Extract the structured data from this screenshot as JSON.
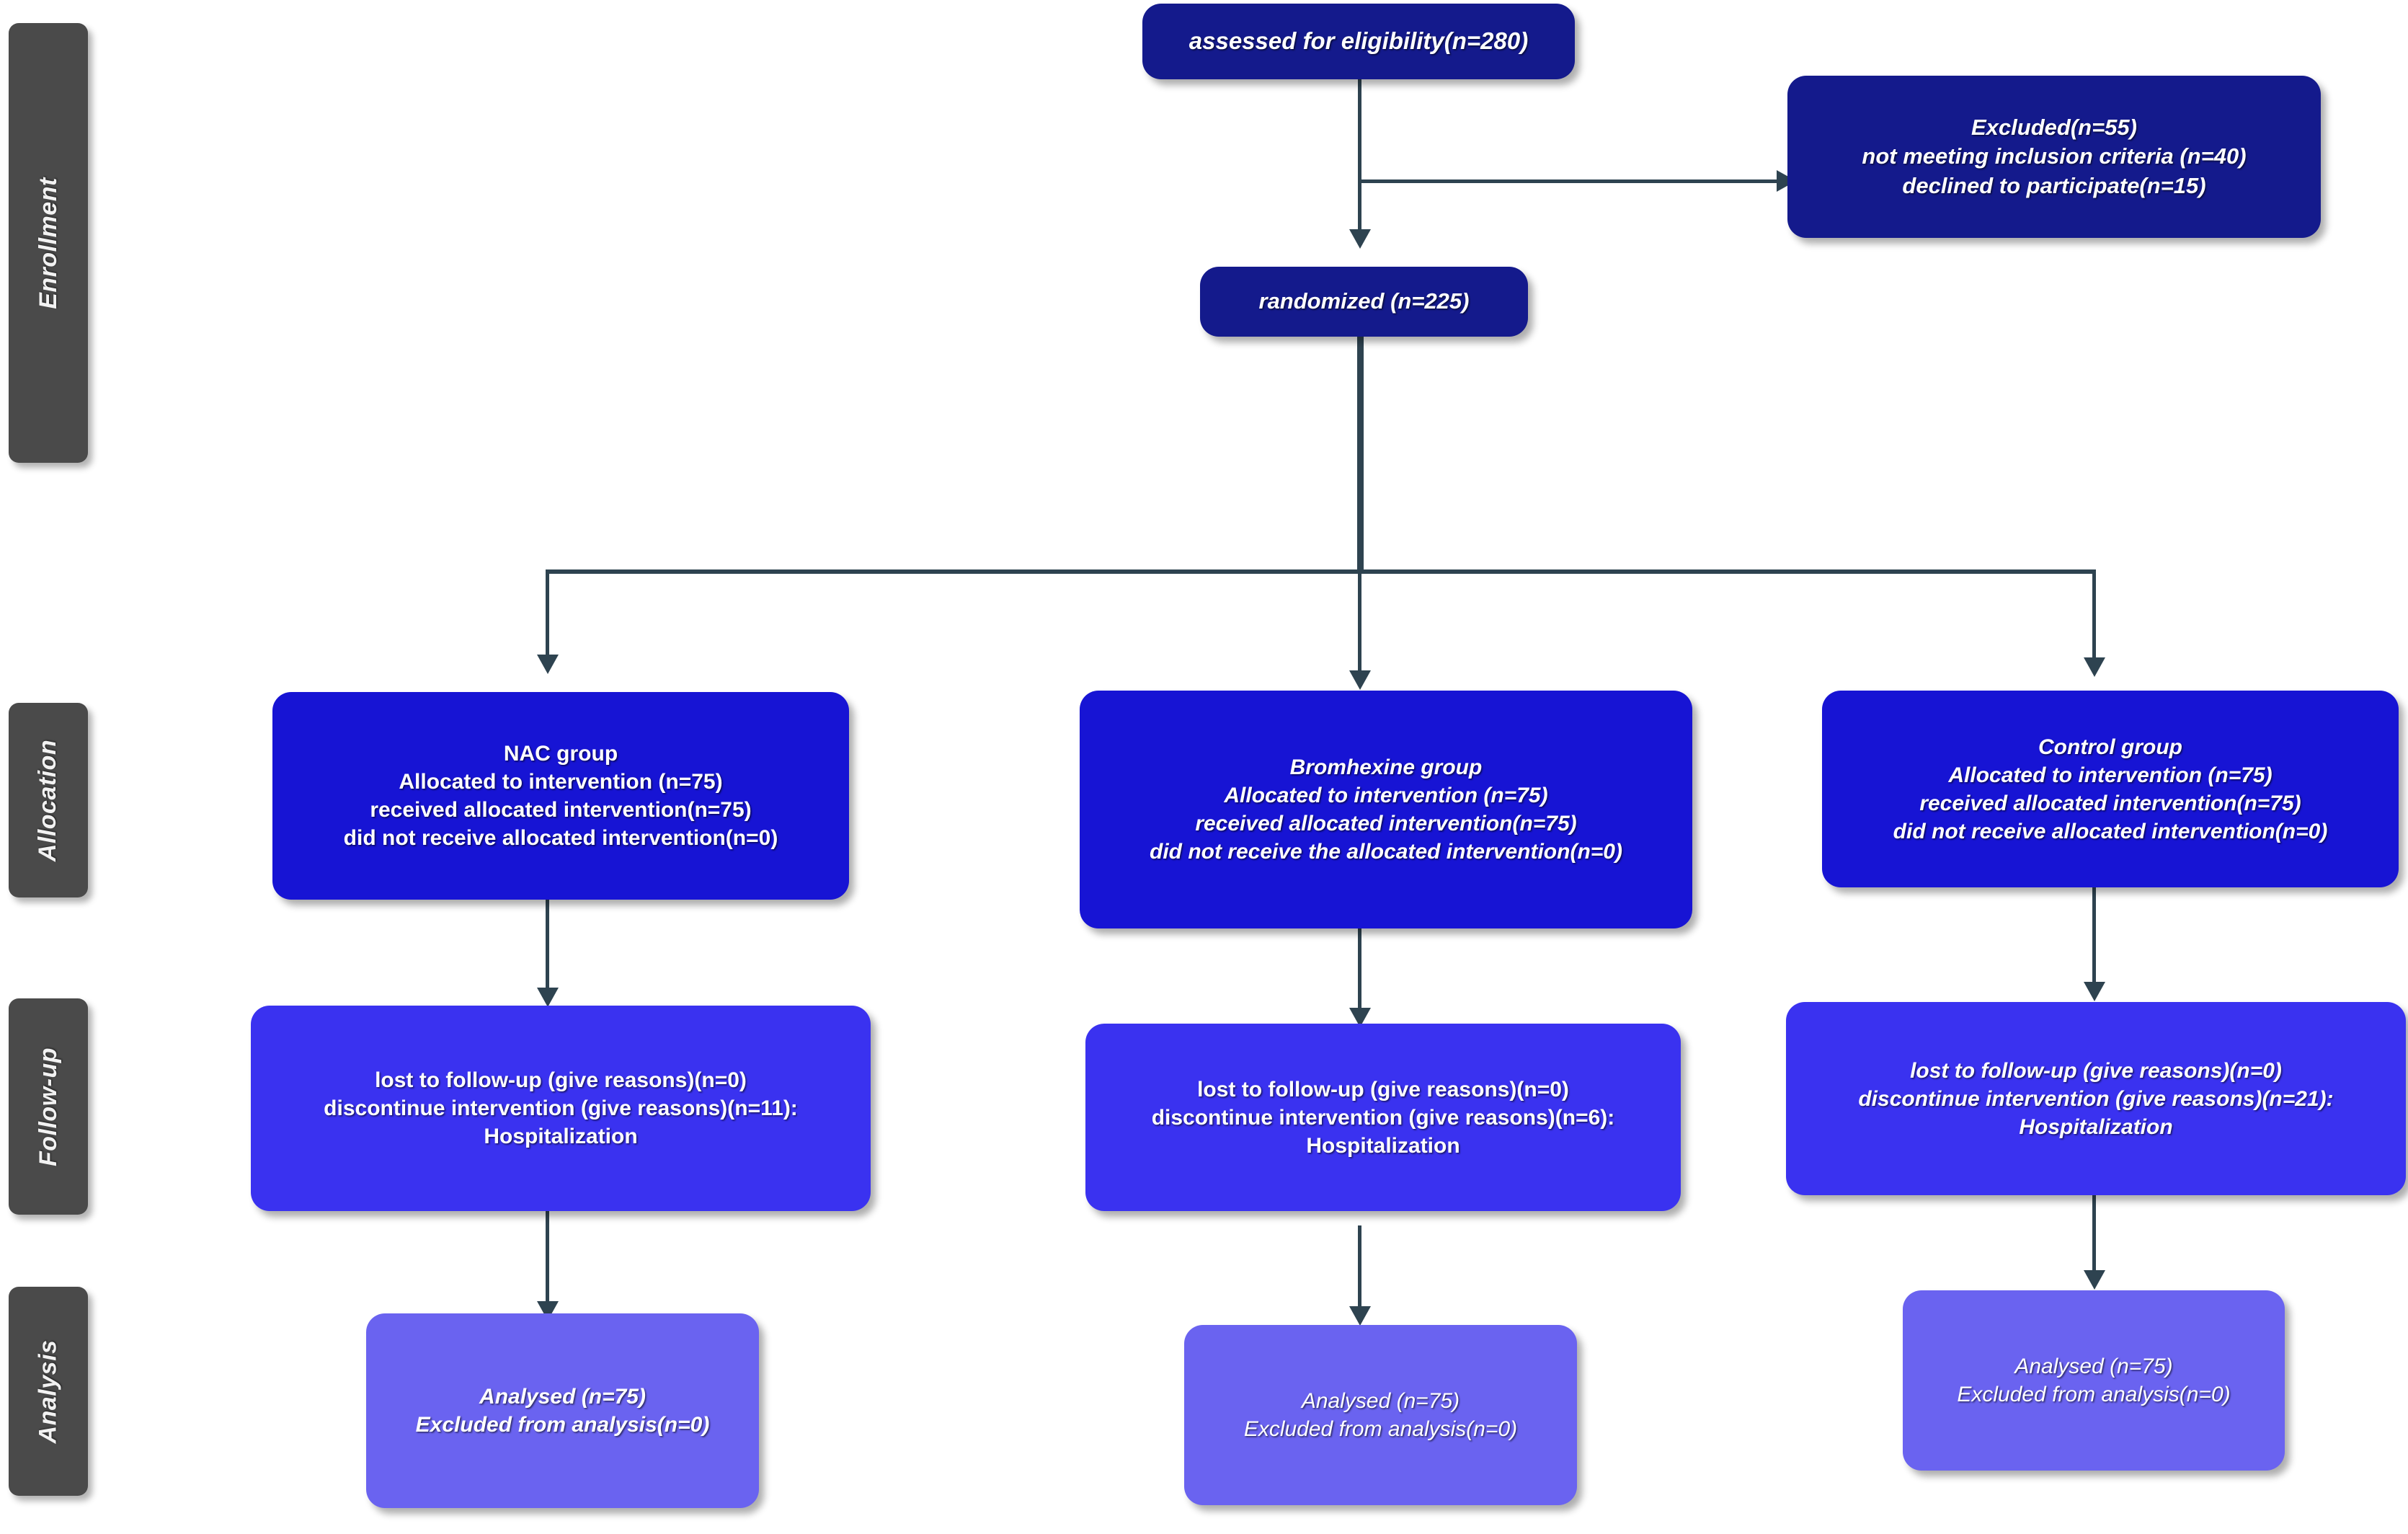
{
  "diagram": {
    "title": "CONSORT participant flow diagram",
    "colors": {
      "navy": "#141a8c",
      "blue": "#1714d4",
      "bright": "#3a32f0",
      "light": "#6a63f0",
      "stage_label_bg": "#4a4a4a",
      "connector": "#2e4350",
      "background": "#ffffff",
      "text": "#ffffff"
    }
  },
  "stages": [
    {
      "id": "enrollment",
      "label": "Enrollment"
    },
    {
      "id": "allocation",
      "label": "Allocation"
    },
    {
      "id": "followup",
      "label": "Follow-up"
    },
    {
      "id": "analysis",
      "label": "Analysis"
    }
  ],
  "nodes": {
    "assessed": {
      "lines": [
        "assessed for eligibility(n=280)"
      ]
    },
    "excluded": {
      "lines": [
        "Excluded(n=55)",
        "not meeting inclusion criteria (n=40)",
        "declined to participate(n=15)"
      ]
    },
    "randomized": {
      "lines": [
        "randomized (n=225)"
      ]
    },
    "alloc_nac": {
      "lines": [
        "NAC group",
        "Allocated to intervention (n=75)",
        "received allocated intervention(n=75)",
        "did not receive allocated intervention(n=0)"
      ]
    },
    "alloc_bromhexine": {
      "lines": [
        "Bromhexine group",
        "Allocated to intervention (n=75)",
        "received allocated intervention(n=75)",
        "did not receive the allocated intervention(n=0)"
      ]
    },
    "alloc_control": {
      "lines": [
        "Control group",
        "Allocated to intervention (n=75)",
        "received allocated intervention(n=75)",
        "did not receive allocated intervention(n=0)"
      ]
    },
    "follow_nac": {
      "lines": [
        "lost to follow-up (give reasons)(n=0)",
        "discontinue intervention (give reasons)(n=11):",
        "Hospitalization"
      ]
    },
    "follow_bromhexine": {
      "lines": [
        "lost to follow-up (give reasons)(n=0)",
        "discontinue intervention (give reasons)(n=6):",
        "Hospitalization"
      ]
    },
    "follow_control": {
      "lines": [
        "lost to follow-up (give reasons)(n=0)",
        "discontinue intervention (give reasons)(n=21):",
        "Hospitalization"
      ]
    },
    "analysis_nac": {
      "lines": [
        "Analysed (n=75)",
        "Excluded from analysis(n=0)"
      ]
    },
    "analysis_bromhexine": {
      "lines": [
        "Analysed (n=75)",
        "Excluded from analysis(n=0)"
      ]
    },
    "analysis_control": {
      "lines": [
        "Analysed (n=75)",
        "Excluded from analysis(n=0)"
      ]
    }
  },
  "chart_data": {
    "type": "diagram",
    "title": "CONSORT flow diagram",
    "counts": {
      "assessed_for_eligibility": 280,
      "excluded_total": 55,
      "excluded_not_meeting_inclusion_criteria": 40,
      "excluded_declined_to_participate": 15,
      "randomized": 225,
      "arms": [
        {
          "name": "NAC group",
          "allocated": 75,
          "received_allocated_intervention": 75,
          "did_not_receive_allocated_intervention": 0,
          "lost_to_follow_up": 0,
          "discontinued_intervention": 11,
          "discontinuation_reason": "Hospitalization",
          "analysed": 75,
          "excluded_from_analysis": 0
        },
        {
          "name": "Bromhexine group",
          "allocated": 75,
          "received_allocated_intervention": 75,
          "did_not_receive_allocated_intervention": 0,
          "lost_to_follow_up": 0,
          "discontinued_intervention": 6,
          "discontinuation_reason": "Hospitalization",
          "analysed": 75,
          "excluded_from_analysis": 0
        },
        {
          "name": "Control group",
          "allocated": 75,
          "received_allocated_intervention": 75,
          "did_not_receive_allocated_intervention": 0,
          "lost_to_follow_up": 0,
          "discontinued_intervention": 21,
          "discontinuation_reason": "Hospitalization",
          "analysed": 75,
          "excluded_from_analysis": 0
        }
      ]
    }
  }
}
